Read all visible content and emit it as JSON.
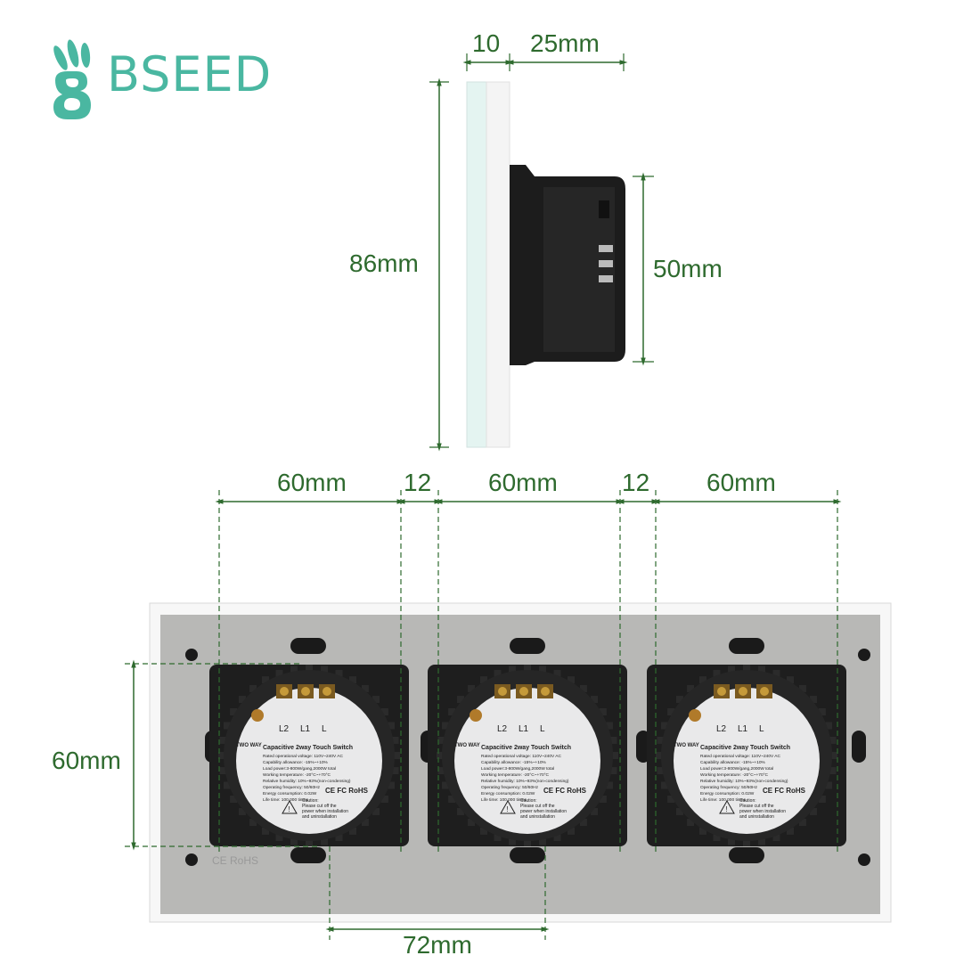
{
  "brand": {
    "name": "BSEED"
  },
  "side_view": {
    "dimensions": {
      "plate_thickness": "10",
      "box_depth": "25mm",
      "plate_height": "86mm",
      "box_height": "50mm"
    }
  },
  "front_view": {
    "dimensions": {
      "module_width_1": "60mm",
      "gap_1": "12",
      "module_width_2": "60mm",
      "gap_2": "12",
      "module_width_3": "60mm",
      "module_height": "60mm",
      "pitch": "72mm"
    },
    "modules": [
      {
        "terminals": [
          "L2",
          "L1",
          "L"
        ],
        "tag": "TWO WAY",
        "title": "Capacitive 2way Touch Switch",
        "specs": [
          "Rated operational voltage: 110V~240V AC",
          "Capability allowance: -15%~+10%",
          "Load power:3-800W/gang,2000W total",
          "Working temperature: -20°C~+70°C",
          "Relative humidity: 10%~93%(non-condensing)",
          "Operating frequency: 50/60Hz",
          "Energy consumption: 0.02W",
          "Life time: 100,000 times"
        ],
        "certs": "CE FC RoHS",
        "caution": [
          "Caution:",
          "Please cut off the",
          "power when installation",
          "and uninstallation"
        ]
      },
      {
        "terminals": [
          "L2",
          "L1",
          "L"
        ],
        "tag": "TWO WAY",
        "title": "Capacitive 2way Touch Switch",
        "specs": [
          "Rated operational voltage: 110V~240V AC",
          "Capability allowance: -15%~+10%",
          "Load power:3-800W/gang,2000W total",
          "Working temperature: -20°C~+70°C",
          "Relative humidity: 10%~93%(non-condensing)",
          "Operating frequency: 50/60Hz",
          "Energy consumption: 0.02W",
          "Life time: 100,000 times"
        ],
        "certs": "CE FC RoHS",
        "caution": [
          "Caution:",
          "Please cut off the",
          "power when installation",
          "and uninstallation"
        ]
      },
      {
        "terminals": [
          "L2",
          "L1",
          "L"
        ],
        "tag": "TWO WAY",
        "title": "Capacitive 2way Touch Switch",
        "specs": [
          "Rated operational voltage: 110V~240V AC",
          "Capability allowance: -15%~+10%",
          "Load power:3-800W/gang,2000W total",
          "Working temperature: -20°C~+70°C",
          "Relative humidity: 10%~93%(non-condensing)",
          "Operating frequency: 50/60Hz",
          "Energy consumption: 0.02W",
          "Life time: 100,000 times"
        ],
        "certs": "CE FC RoHS",
        "caution": [
          "Caution:",
          "Please cut off the",
          "power when installation",
          "and uninstallation"
        ]
      }
    ],
    "frame_mark": "CE RoHS"
  },
  "colors": {
    "dimension": "#2e6a2e",
    "brand": "#4ab7a1",
    "frame": "#b8b8b6",
    "module": "#1e1e1e"
  },
  "icons": [
    "bseed-logo-icon",
    "warning-icon"
  ]
}
